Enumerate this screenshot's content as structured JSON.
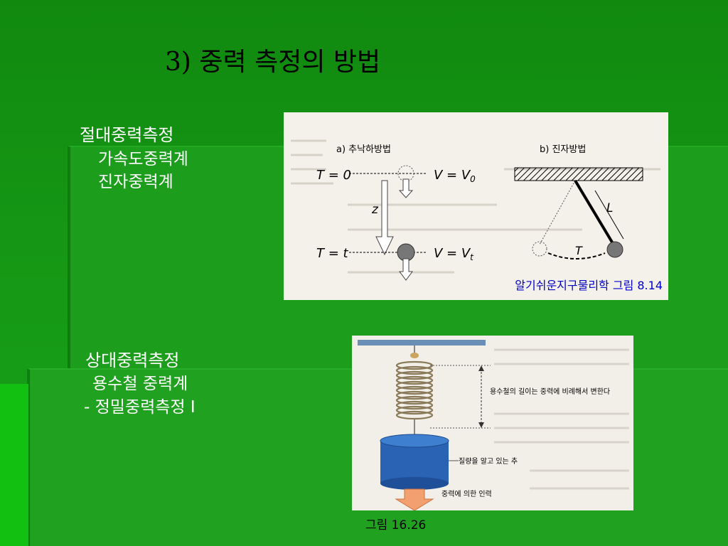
{
  "title": "3) 중력 측정의 방법",
  "absolute": {
    "heading": "절대중력측정",
    "items": [
      "가속도중력계",
      "진자중력계"
    ]
  },
  "relative": {
    "heading": "상대중력측정",
    "items": [
      "용수철 중력계",
      "- 정밀중력측정 I"
    ]
  },
  "figure1": {
    "label_a": "a) 추낙하방법",
    "label_b": "b) 진자방법",
    "t0": "T = 0",
    "v0": "V = V",
    "v0_sub": "0",
    "t1": "T = t",
    "vt": "V = V",
    "vt_sub": "t",
    "z": "z",
    "L": "L",
    "T": "T",
    "caption": "알기쉬운지구물리학 그림 8.14"
  },
  "figure2": {
    "label_spring": "용수철의 길이는 중력에 비례해서 변한다",
    "label_mass": "질량을 알고 있는 추",
    "label_force": "중력에 의한 인력",
    "caption": "그림 16.26"
  },
  "colors": {
    "background": "#159515",
    "caption_blue": "#0000c8",
    "cylinder": "#2a62b4"
  }
}
